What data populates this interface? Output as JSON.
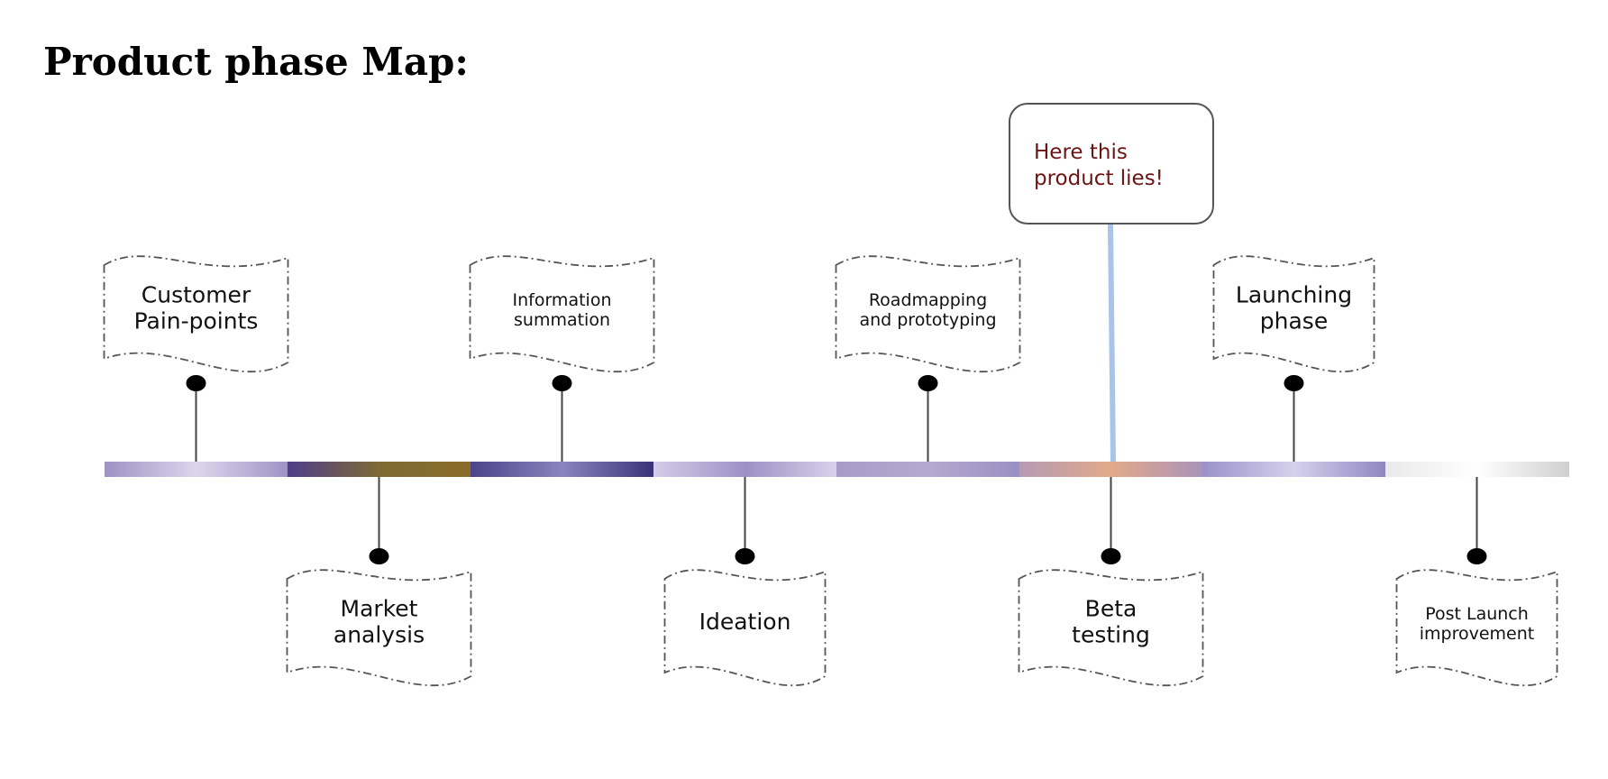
{
  "title": "Product phase Map:",
  "callout": {
    "line1": "Here this",
    "line2": "product lies!",
    "text_color": "#6b1414",
    "connector_color": "#a8c4ea"
  },
  "phases": [
    {
      "line1": "Customer",
      "line2": "Pain-points",
      "side": "top",
      "bar_colors": [
        "#9d93c5",
        "#dcd6ec",
        "#9d93c5"
      ]
    },
    {
      "line1": "Market",
      "line2": "analysis",
      "side": "bottom",
      "bar_colors": [
        "#4f3e8a",
        "#7d6a33",
        "#8a6c2a"
      ]
    },
    {
      "line1": "Information",
      "line2": "summation",
      "side": "top",
      "bar_colors": [
        "#4d4388",
        "#8a84c0",
        "#3a3278"
      ]
    },
    {
      "line1": "Ideation",
      "line2": "",
      "side": "bottom",
      "bar_colors": [
        "#d3cde8",
        "#9c91c6",
        "#d8d2eb"
      ]
    },
    {
      "line1": "Roadmapping",
      "line2": "and prototyping",
      "side": "top",
      "bar_colors": [
        "#a89bc8",
        "#b5a9d0",
        "#9a8fc2"
      ]
    },
    {
      "line1": "Beta",
      "line2": "testing",
      "side": "bottom",
      "bar_colors": [
        "#b59ab4",
        "#e2a98a",
        "#a993b8"
      ]
    },
    {
      "line1": "Launching",
      "line2": "phase",
      "side": "top",
      "bar_colors": [
        "#9a91c9",
        "#d6d1ec",
        "#8f86c1"
      ]
    },
    {
      "line1": "Post Launch",
      "line2": "improvement",
      "side": "bottom",
      "bar_colors": [
        "#e9e9e9",
        "#ffffff",
        "#cfcfcf"
      ]
    }
  ]
}
